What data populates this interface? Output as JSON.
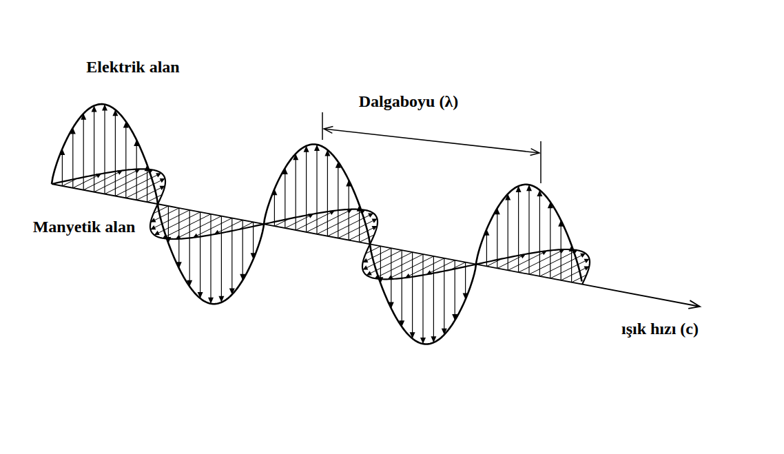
{
  "diagram": {
    "labels": [
      "Elektrik alan",
      "Dalgaboyu (λ)",
      "Manyetik alan",
      "ışık hızı (c)"
    ]
  }
}
